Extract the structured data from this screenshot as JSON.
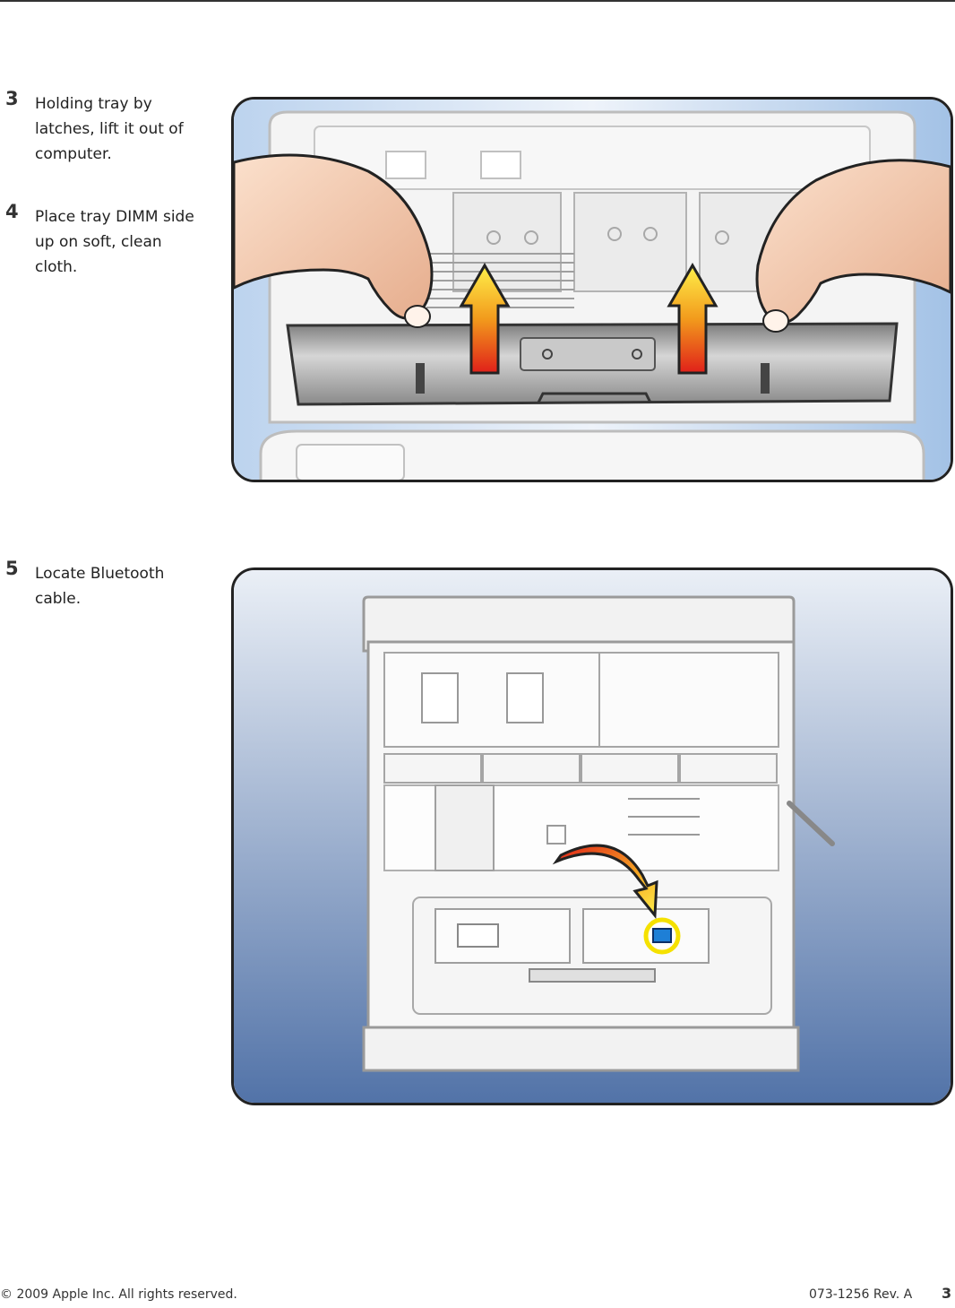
{
  "steps": [
    {
      "number": "3",
      "text": "Holding tray by latches, lift it out of computer."
    },
    {
      "number": "4",
      "text": "Place tray DIMM side up on soft, clean cloth."
    },
    {
      "number": "5",
      "text": "Locate Bluetooth cable."
    }
  ],
  "footer": {
    "copyright": "© 2009 Apple Inc. All rights reserved.",
    "doc_revision": "073-1256 Rev. A",
    "page_number": "3"
  },
  "colors": {
    "figure_border": "#222222",
    "fig1_sky": "#a9c6e6",
    "fig2_gradient_top": "#eaeff6",
    "fig2_gradient_bottom": "#5273a8",
    "arrow_top": "#fff04a",
    "arrow_bottom": "#e0201a",
    "highlight_ring": "#f5e100",
    "connector_blue": "#1e7fd6"
  },
  "icons": [
    "hand-icon",
    "up-arrow-icon",
    "curved-arrow-icon",
    "bluetooth-connector-icon"
  ]
}
